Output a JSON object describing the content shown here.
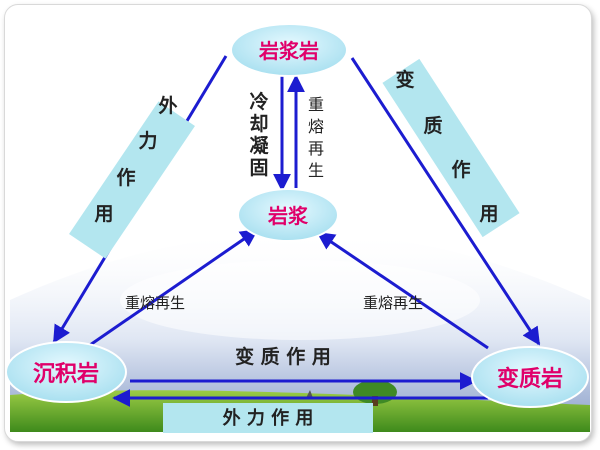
{
  "nodes": {
    "igneous": "岩浆岩",
    "magma": "岩浆",
    "sedimentary": "沉积岩",
    "metamorphic": "变质岩"
  },
  "labels": {
    "left_diagonal": [
      "外",
      "力",
      "作",
      "用"
    ],
    "right_diagonal": [
      "变",
      "质",
      "作",
      "用"
    ],
    "cooling": [
      "冷",
      "却",
      "凝",
      "固"
    ],
    "remelting_center": [
      "重",
      "熔",
      "再",
      "生"
    ],
    "remelting_left": "重熔再生",
    "remelting_right": "重熔再生",
    "bottom_metamorphism": "变 质 作 用",
    "bottom_external": "外 力 作 用"
  },
  "colors": {
    "arrow": "#1c1cd0",
    "node_fill": "#c6eef8",
    "node_text": "#e0006a",
    "label_box": "#b3e6ef"
  }
}
